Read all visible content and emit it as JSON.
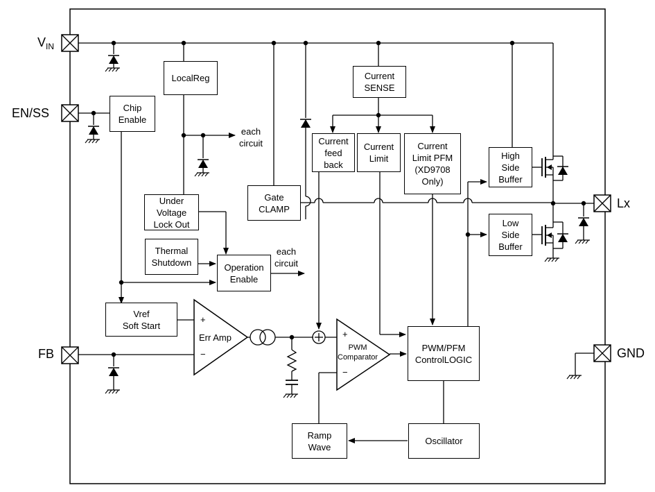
{
  "pins": {
    "vin": {
      "main": "V",
      "sub": "IN"
    },
    "en_ss": "EN/SS",
    "fb": "FB",
    "lx": "Lx",
    "gnd": "GND"
  },
  "blocks": {
    "chip_enable": "Chip\nEnable",
    "local_reg": "LocalReg",
    "current_sense": "Current\nSENSE",
    "current_feedback": "Current\nfeed\nback",
    "current_limit": "Current\nLimit",
    "current_limit_pfm": "Current\nLimit PFM\n(XD9708\nOnly)",
    "high_side_buffer": "High\nSide\nBuffer",
    "low_side_buffer": "Low\nSide\nBuffer",
    "gate_clamp": "Gate\nCLAMP",
    "uvlo": "Under\nVoltage\nLock Out",
    "thermal_shutdown": "Thermal\nShutdown",
    "operation_enable": "Operation\nEnable",
    "vref_soft_start": "Vref\nSoft Start",
    "pwm_pfm_logic": "PWM/PFM\nControlLOGIC",
    "oscillator": "Oscillator",
    "ramp_wave": "Ramp\nWave"
  },
  "amps": {
    "err_amp": "Err Amp",
    "pwm_comparator": "PWM\nComparator",
    "plus": "+",
    "minus": "−"
  },
  "labels": {
    "each_circuit_1": "each\ncircuit",
    "each_circuit_2": "each\ncircuit"
  }
}
